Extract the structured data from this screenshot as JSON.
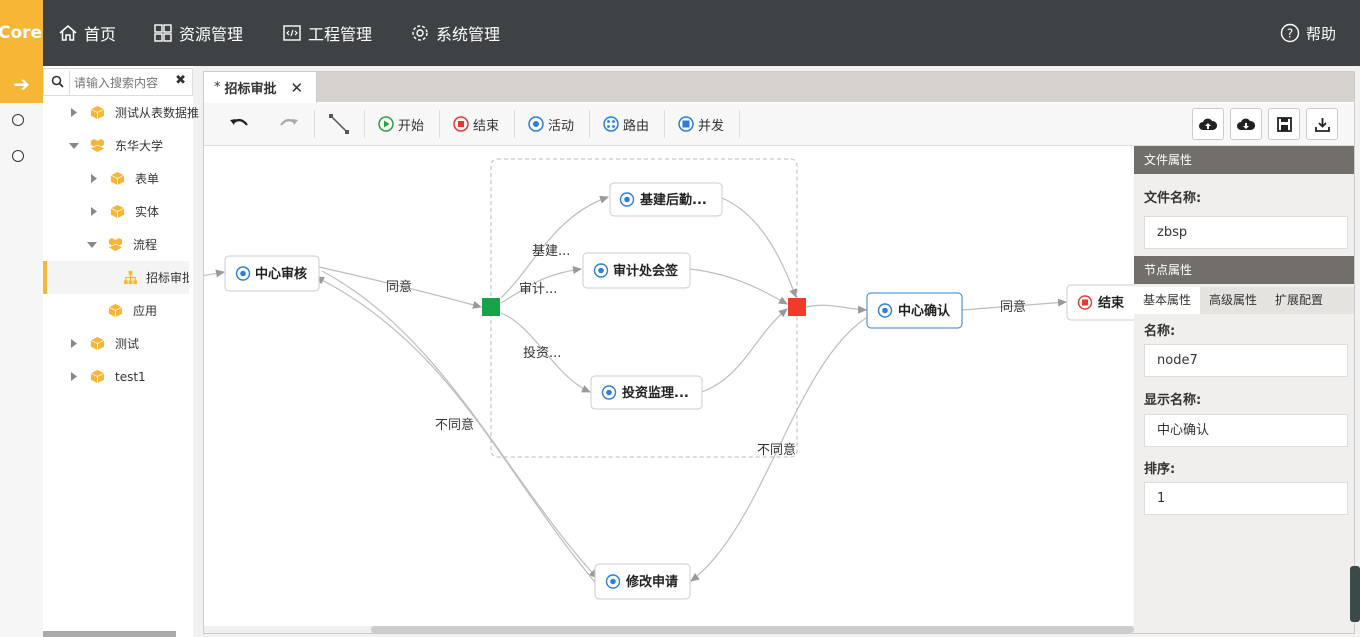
{
  "topbar": {
    "logo": "Core",
    "nav": [
      {
        "label": "首页",
        "icon": "home-icon"
      },
      {
        "label": "资源管理",
        "icon": "resources-icon"
      },
      {
        "label": "工程管理",
        "icon": "code-icon"
      },
      {
        "label": "系统管理",
        "icon": "gear-icon"
      }
    ],
    "help": "帮助"
  },
  "sidebar": {
    "search_placeholder": "请输入搜索内容",
    "tree": [
      {
        "label": "测试从表数据推",
        "level": 0,
        "expanded": false
      },
      {
        "label": "东华大学",
        "level": 0,
        "expanded": true
      },
      {
        "label": "表单",
        "level": 1,
        "expanded": false
      },
      {
        "label": "实体",
        "level": 1,
        "expanded": false
      },
      {
        "label": "流程",
        "level": 1,
        "expanded": true
      },
      {
        "label": "招标审批",
        "level": 2,
        "selected": true
      },
      {
        "label": "应用",
        "level": 1
      },
      {
        "label": "测试",
        "level": 0,
        "expanded": false
      },
      {
        "label": "test1",
        "level": 0,
        "expanded": false
      }
    ]
  },
  "editor": {
    "tab": {
      "modified_marker": "*",
      "label": "招标审批"
    },
    "toolbar": {
      "start": "开始",
      "end": "结束",
      "activity": "活动",
      "route": "路由",
      "concurrent": "并发"
    }
  },
  "diagram": {
    "nodes": {
      "center_review": "中心审核",
      "infra": "基建后勤...",
      "audit": "审计处会签",
      "invest": "投资监理...",
      "center_confirm": "中心确认",
      "end": "结束",
      "modify": "修改申请"
    },
    "edges": {
      "agree1": "同意",
      "infra": "基建...",
      "audit": "审计...",
      "invest": "投资...",
      "disagree1": "不同意",
      "agree2": "同意",
      "disagree2": "不同意"
    }
  },
  "properties": {
    "file_header": "文件属性",
    "file_name_label": "文件名称:",
    "file_name": "zbsp",
    "node_header": "节点属性",
    "tabs": [
      "基本属性",
      "高级属性",
      "扩展配置"
    ],
    "name_label": "名称:",
    "name": "node7",
    "display_label": "显示名称:",
    "display_name": "中心确认",
    "order_label": "排序:",
    "order": "1"
  },
  "colors": {
    "accent": "#f6b736",
    "topbar": "#3e4244",
    "gateway_split": "#16a34a",
    "gateway_join": "#f23a2a",
    "node_icon": "#2d7fd3"
  }
}
